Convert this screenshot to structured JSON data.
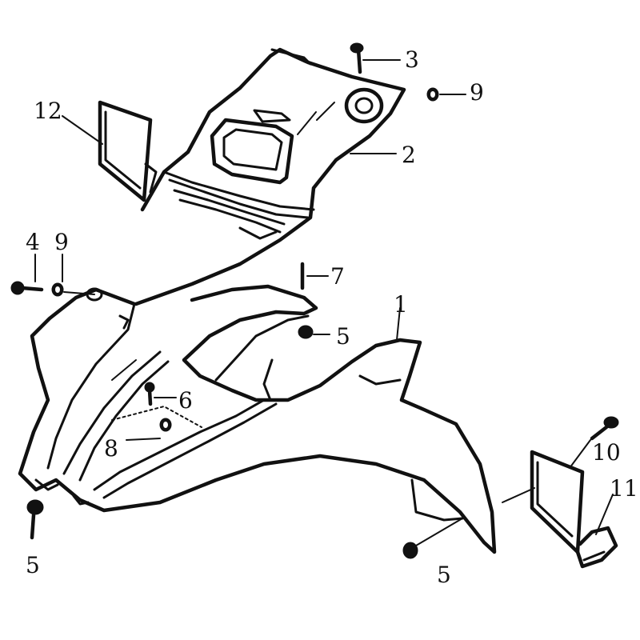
{
  "callouts": {
    "c1": "1",
    "c2": "2",
    "c3": "3",
    "c4": "4",
    "c5a": "5",
    "c5b": "5",
    "c5c": "5",
    "c6": "6",
    "c7": "7",
    "c8": "8",
    "c9a": "9",
    "c9b": "9",
    "c10": "10",
    "c11": "11",
    "c12": "12"
  }
}
